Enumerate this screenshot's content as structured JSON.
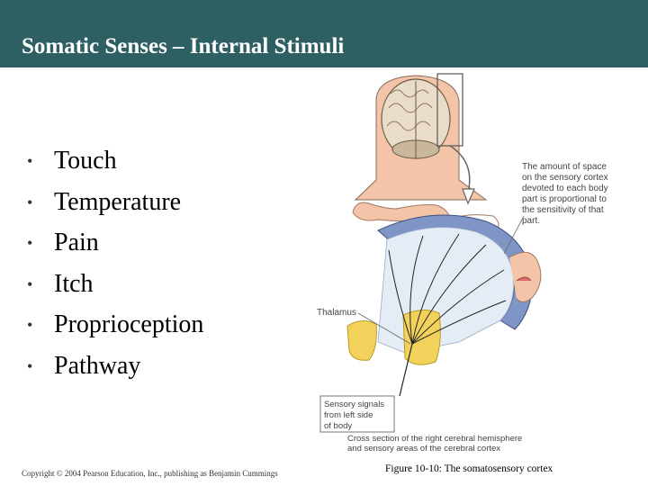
{
  "slide": {
    "title": "Somatic Senses – Internal Stimuli",
    "bullets": [
      {
        "text": "Touch"
      },
      {
        "text": "Temperature"
      },
      {
        "text": "Pain"
      },
      {
        "text": "Itch"
      },
      {
        "text": "Proprioception"
      },
      {
        "text": "Pathway"
      }
    ],
    "copyright": "Copyright © 2004 Pearson Education, Inc., publishing as Benjamin Cummings",
    "caption": "Figure 10-10: The somatosensory cortex"
  },
  "figure": {
    "note_lines": [
      "The amount of space",
      "on the sensory cortex",
      "devoted to each body",
      "part is proportional to",
      "the sensitivity of that",
      "part."
    ],
    "thalamus_label": "Thalamus",
    "signals_lines": [
      "Sensory signals",
      "from left side",
      "of body"
    ],
    "cross_section_lines": [
      "Cross section of the right cerebral hemisphere",
      "and sensory areas of the cerebral cortex"
    ]
  },
  "colors": {
    "title_bar": "#2e5f63",
    "cortex": "#7f95c6",
    "thalamus": "#f2d25a",
    "skin": "#f3c4a8"
  }
}
